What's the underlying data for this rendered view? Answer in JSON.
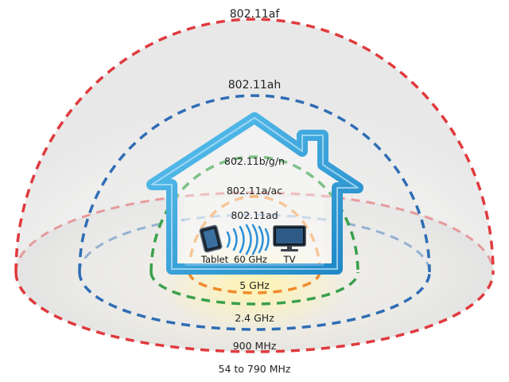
{
  "standards": {
    "af": "802.11af",
    "ah": "802.11ah",
    "bgn": "802.11b/g/n",
    "aac": "802.11a/ac",
    "ad": "802.11ad"
  },
  "frequencies": {
    "ghz5": "5 GHz",
    "ghz24": "2.4 GHz",
    "mhz900": "900 MHz",
    "mhz54_790": "54 to 790 MHz"
  },
  "devices": {
    "tablet": "Tablet",
    "link": "60 GHz",
    "tv": "TV"
  },
  "colors": {
    "af": "#e03a3e",
    "ah": "#2f6db5",
    "bgn": "#3aa04a",
    "aac": "#f08a2a",
    "house": "#2aa0de"
  }
}
